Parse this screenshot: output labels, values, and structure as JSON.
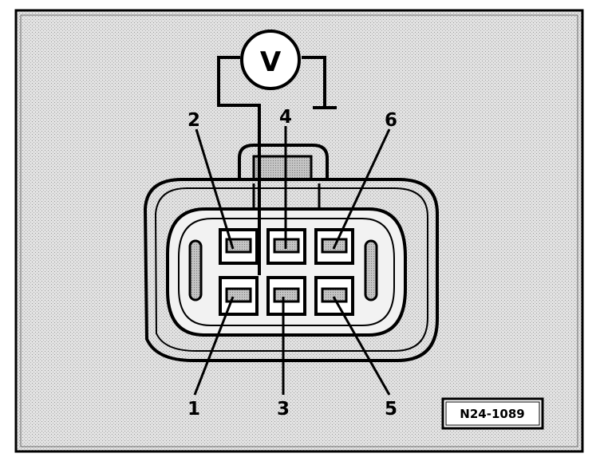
{
  "diagram": {
    "meter_label": "V",
    "reference_code": "N24-1089",
    "pins": [
      {
        "id": "pin-1",
        "label": "1"
      },
      {
        "id": "pin-2",
        "label": "2"
      },
      {
        "id": "pin-3",
        "label": "3"
      },
      {
        "id": "pin-4",
        "label": "4"
      },
      {
        "id": "pin-5",
        "label": "5"
      },
      {
        "id": "pin-6",
        "label": "6"
      }
    ]
  },
  "colors": {
    "line": "#000000",
    "fill_light": "#d8d8d8",
    "fill_mid": "#b9b9b9",
    "background": "#ffffff"
  }
}
